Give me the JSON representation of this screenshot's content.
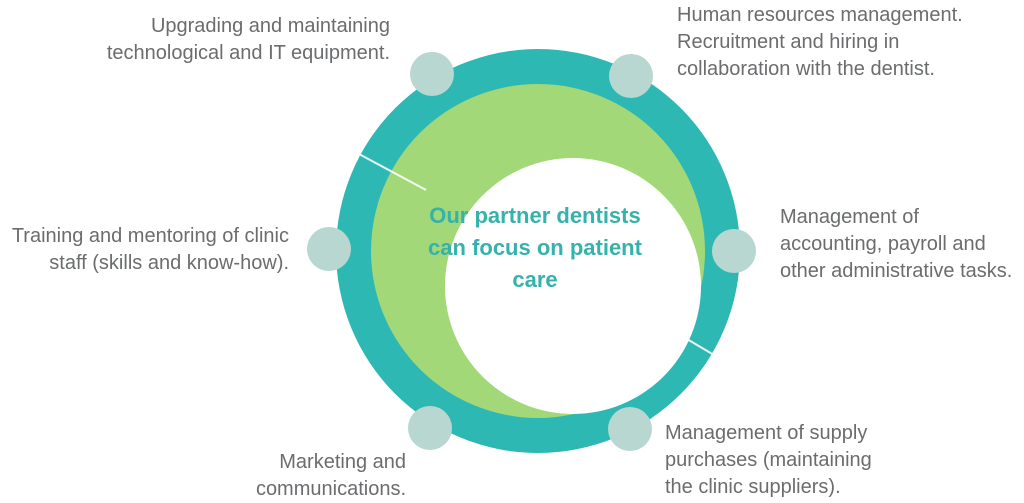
{
  "diagram": {
    "type": "circular-cycle",
    "center": {
      "lines": [
        "Our partner dentists",
        "can focus on patient",
        "care"
      ],
      "full_text": "Our partner dentists can focus on patient care"
    },
    "labels": [
      {
        "id": "it-equipment",
        "position": "top-left",
        "lines": [
          "Upgrading and maintaining",
          "technological and IT equipment."
        ],
        "full_text": "Upgrading and maintaining technological and IT equipment."
      },
      {
        "id": "human-resources",
        "position": "top-right",
        "lines": [
          "Human resources management.",
          "Recruitment and hiring in",
          "collaboration with the dentist."
        ],
        "full_text": "Human resources management. Recruitment and hiring in collaboration with the dentist."
      },
      {
        "id": "training",
        "position": "left",
        "lines": [
          "Training and mentoring of clinic",
          "staff (skills and know-how)."
        ],
        "full_text": "Training and mentoring of clinic staff (skills and know-how)."
      },
      {
        "id": "accounting",
        "position": "right",
        "lines": [
          "Management of",
          "accounting, payroll and",
          "other administrative tasks."
        ],
        "full_text": "Management of accounting, payroll and other administrative tasks."
      },
      {
        "id": "marketing",
        "position": "bottom-left",
        "lines": [
          "Marketing and",
          "communications."
        ],
        "full_text": "Marketing and communications."
      },
      {
        "id": "supply",
        "position": "bottom-right",
        "lines": [
          "Management of supply",
          "purchases (maintaining",
          "the clinic suppliers)."
        ],
        "full_text": "Management of supply purchases (maintaining the clinic suppliers)."
      }
    ],
    "colors": {
      "outer_ring": "#2eb8b3",
      "inner_ring": "#a2d878",
      "core": "#ffffff",
      "node_marker": "#b7d7d0",
      "center_text": "#35b2ab",
      "label_text": "#6b6c6e",
      "divider_line": "#ffffff"
    }
  }
}
